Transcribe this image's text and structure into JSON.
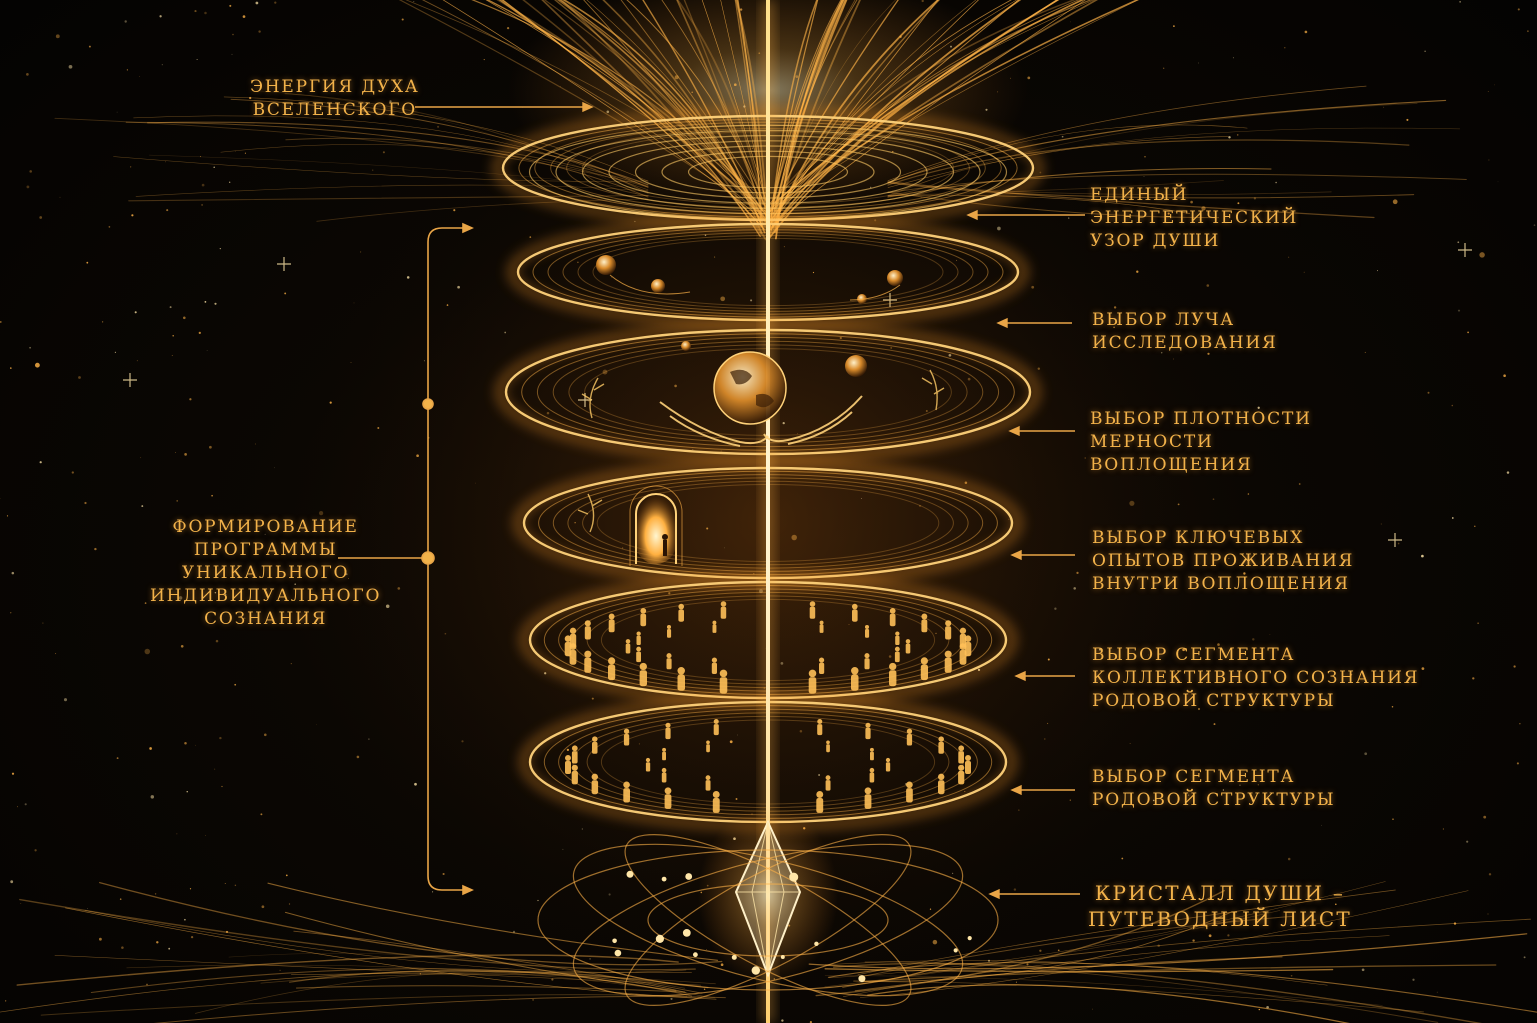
{
  "colors": {
    "background": "#050302",
    "gold": "#f2b24a",
    "glow": "#ffcc66",
    "core": "#fff3c4"
  },
  "labels": {
    "spirit_energy": [
      "Энергия духа",
      "вселенского"
    ],
    "soul_pattern": [
      "Единый",
      "энергетический",
      "узор души"
    ],
    "ray_choice": [
      "Выбор луча",
      "исследования"
    ],
    "density_choice": [
      "Выбор плотности",
      "мерности",
      "воплощения"
    ],
    "key_experiences": [
      "Выбор ключевых",
      "опытов проживания",
      "внутри воплощения"
    ],
    "collective_segment": [
      "Выбор сегмента",
      "коллективного сознания",
      "родовой структуры"
    ],
    "ancestral_segment": [
      "Выбор сегмента",
      "родовой структуры"
    ],
    "soul_crystal": [
      "Кристалл души –",
      "путеводный лист"
    ],
    "program_formation": [
      "Формирование",
      "программы",
      "уникального",
      "индивидуального",
      "сознания"
    ]
  },
  "icons": {
    "crystal": "crystal-icon",
    "globe": "globe-icon",
    "hands": "hands-icon",
    "doorway": "doorway-icon"
  }
}
